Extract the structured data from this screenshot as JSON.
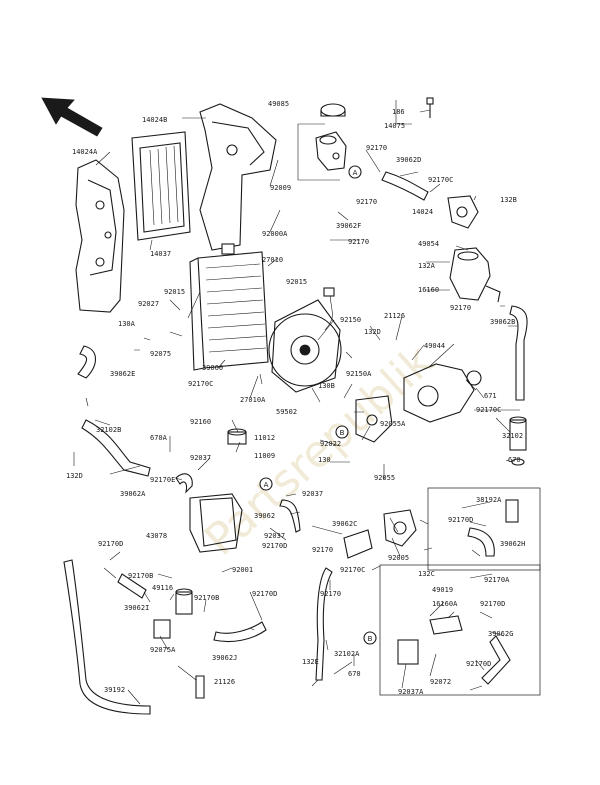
{
  "watermark": "Partsrepublik",
  "labels": {
    "l1": "14024A",
    "l2": "14024B",
    "l3": "14037",
    "l4": "92009",
    "l5": "92000A",
    "l6": "49085",
    "l7": "186",
    "l8": "14075",
    "l9": "92170",
    "l10": "39062D",
    "l11": "92170C",
    "l12": "132B",
    "l13": "92170",
    "l14": "14024",
    "l15": "39062F",
    "l16": "92170",
    "l17": "49054",
    "l18": "132A",
    "l19": "16160",
    "l20": "27010",
    "l21": "92015",
    "l22": "92015",
    "l23": "92027",
    "l24": "130A",
    "l25": "92075",
    "l26": "39060",
    "l27": "92150",
    "l28": "132D",
    "l29": "21126",
    "l30": "49044",
    "l31": "92170",
    "l32": "39062B",
    "l33": "39062E",
    "l34": "92170C",
    "l35": "27010A",
    "l36": "59502",
    "l37": "130B",
    "l38": "92150A",
    "l39": "671",
    "l40": "92170C",
    "l41": "32102B",
    "l42": "92160",
    "l43": "11012",
    "l44": "670A",
    "l45": "11009",
    "l46": "92022",
    "l47": "92055A",
    "l48": "32102",
    "l49": "132D",
    "l50": "92037",
    "l51": "130",
    "l52": "670",
    "l53": "39062A",
    "l54": "92037",
    "l55": "92055",
    "l56": "39062",
    "l57": "39062C",
    "l58": "38192A",
    "l59": "43078",
    "l60": "92037",
    "l61": "92170D",
    "l62": "39062H",
    "l63": "92001",
    "l64": "92005",
    "l65": "92170D",
    "l66": "92170C",
    "l67": "132C",
    "l68": "92170A",
    "l69": "92170B",
    "l70": "49116",
    "l71": "39062I",
    "l72": "92170B",
    "l73": "92170D",
    "l74": "92170",
    "l75": "49019",
    "l76": "16160A",
    "l77": "92170D",
    "l78": "39062G",
    "l79": "92075A",
    "l80": "39062J",
    "l81": "32102A",
    "l82": "132E",
    "l83": "670",
    "l84": "92072",
    "l85": "92170D",
    "l86": "39192",
    "l87": "21126",
    "l88": "92037A",
    "l89": "92170D",
    "l90": "92170",
    "l91": "92170E"
  },
  "callouts": {
    "a1": "A",
    "a2": "A",
    "b1": "B",
    "b2": "B"
  }
}
